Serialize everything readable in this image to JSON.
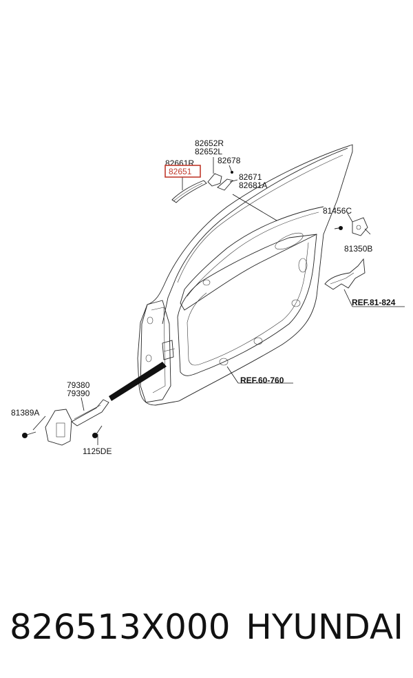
{
  "labels": {
    "p82652R": "82652R",
    "p82652L": "82652L",
    "p82661R": "82661R",
    "p82678": "82678",
    "p82651": "82651",
    "p82671": "82671",
    "p82681A": "82681A",
    "p81456C": "81456C",
    "p81350B": "81350B",
    "ref81824": "REF.81-824",
    "ref60760": "REF.60-760",
    "p79380": "79380",
    "p79390": "79390",
    "p81389A": "81389A",
    "p1125DE": "1125DE"
  },
  "footer": {
    "part_number": "826513X000",
    "brand": "HYUNDAI"
  },
  "colors": {
    "highlight": "#c0392b",
    "line": "#222222"
  }
}
